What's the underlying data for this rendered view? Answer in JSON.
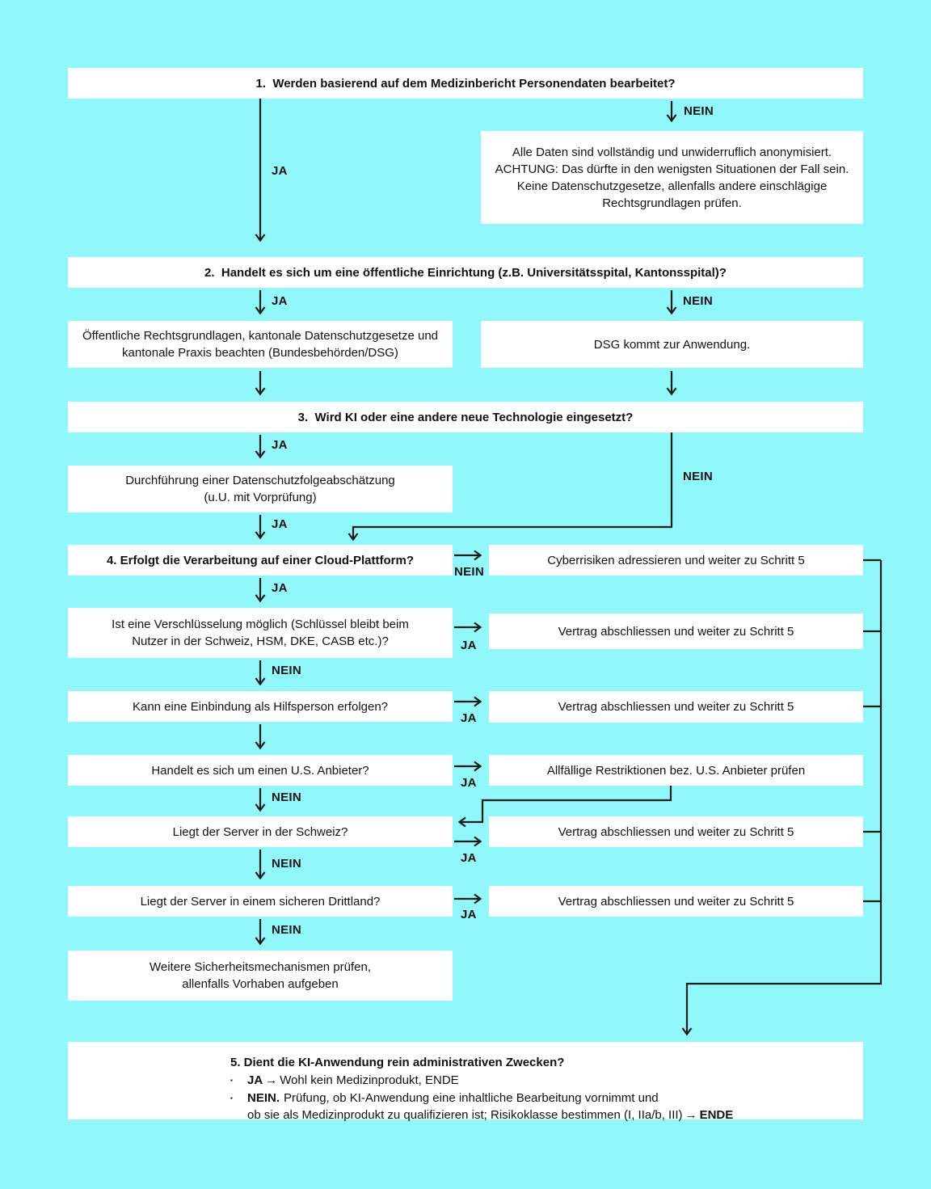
{
  "colors": {
    "background": "#90F8FA",
    "box_background": "#FFFFFF",
    "text": "#111111",
    "line": "#1A1A1A"
  },
  "labels": {
    "ja": "JA",
    "nein": "NEIN"
  },
  "boxes": {
    "step1": {
      "text": "1.  Werden basierend auf dem Medizinbericht Personendaten bearbeitet?"
    },
    "anonymized": {
      "lines": [
        "Alle Daten sind vollständig und unwiderruflich anonymisiert.",
        "ACHTUNG: Das dürfte in den wenigsten Situationen der Fall sein.",
        "Keine Datenschutzgesetze, allenfalls andere einschlägige",
        "Rechtsgrundlagen prüfen."
      ]
    },
    "step2": {
      "text": "2.  Handelt es sich um eine öffentliche Einrichtung (z.B. Universitätsspital, Kantonsspital)?"
    },
    "public_law": {
      "lines": [
        "Öffentliche Rechtsgrundlagen, kantonale Datenschutzgesetze und",
        "kantonale Praxis beachten (Bundesbehörden/DSG)"
      ]
    },
    "dsg": {
      "text": "DSG kommt zur Anwendung."
    },
    "step3": {
      "text": "3.  Wird KI oder eine andere neue Technologie eingesetzt?"
    },
    "dpia": {
      "lines": [
        "Durchführung einer Datenschutzfolgeabschätzung",
        "(u.U. mit Vorprüfung)"
      ]
    },
    "step4": {
      "text": "4. Erfolgt die Verarbeitung auf einer Cloud-Plattform?"
    },
    "cyber": {
      "text": "Cyberrisiken adressieren und weiter zu Schritt 5"
    },
    "encryption": {
      "lines": [
        "Ist eine Verschlüsselung möglich (Schlüssel bleibt beim",
        "Nutzer in der Schweiz, HSM, DKE, CASB etc.)?"
      ]
    },
    "contract": {
      "text": "Vertrag abschliessen und weiter zu Schritt 5"
    },
    "helper": {
      "text": "Kann eine Einbindung als Hilfsperson erfolgen?"
    },
    "us_provider": {
      "text": "Handelt es sich um einen U.S. Anbieter?"
    },
    "us_restrictions": {
      "text": "Allfällige Restriktionen bez. U.S. Anbieter prüfen"
    },
    "server_ch": {
      "text": "Liegt der Server in der Schweiz?"
    },
    "server_third": {
      "text": "Liegt der Server in einem sicheren Drittland?"
    },
    "security": {
      "lines": [
        "Weitere Sicherheitsmechanismen prüfen,",
        "allenfalls Vorhaben aufgeben"
      ]
    },
    "step5": {
      "title": "5.  Dient die KI-Anwendung rein administrativen Zwecken?",
      "bullet": "▪",
      "arrow": "→",
      "ja_label": "JA",
      "ja_text": "Wohl kein Medizinprodukt, ENDE",
      "nein_label": "NEIN.",
      "nein_line1": "Prüfung, ob KI-Anwendung eine inhaltliche Bearbeitung vornimmt und",
      "nein_line2": "ob sie als Medizinprodukt zu qualifizieren ist; Risikoklasse bestimmen (I, IIa/b, III)",
      "ende_label": "ENDE"
    }
  }
}
